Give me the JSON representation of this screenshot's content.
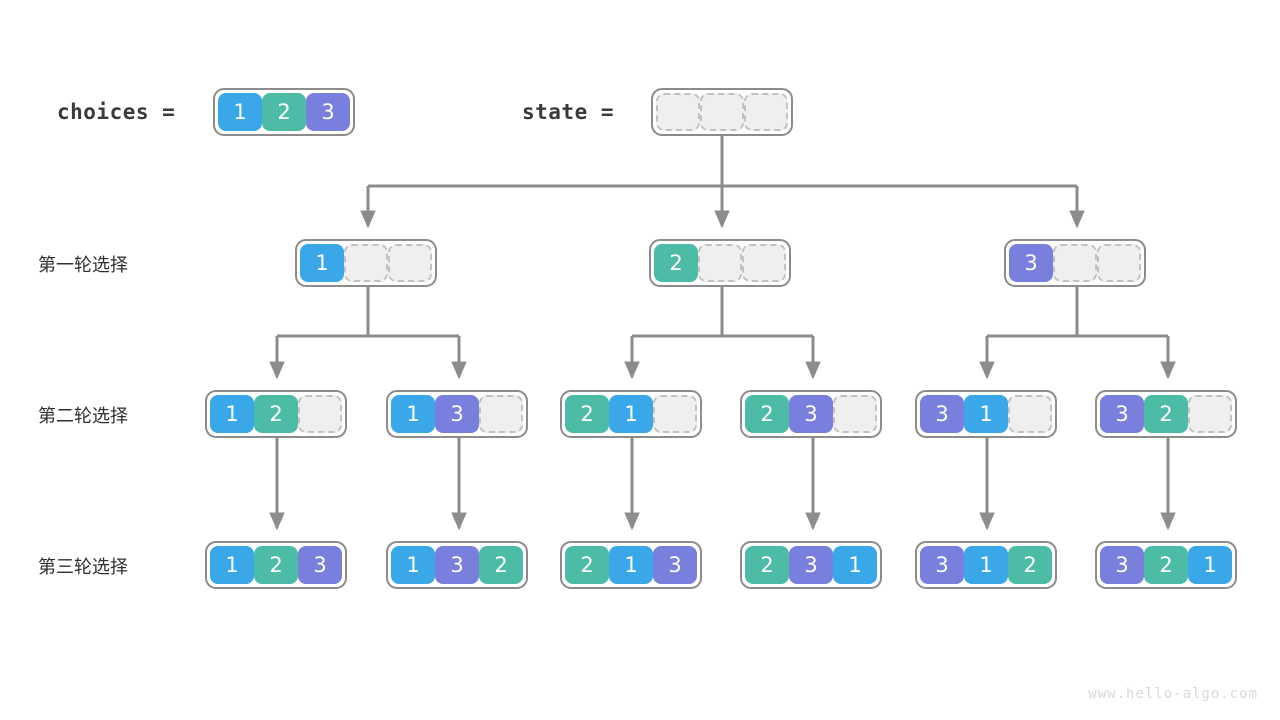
{
  "header": {
    "choices_label": "choices =",
    "state_label": "state =",
    "choices_values": [
      1,
      2,
      3
    ],
    "state_values": [
      null,
      null,
      null
    ]
  },
  "row_labels": [
    "第一轮选择",
    "第二轮选择",
    "第三轮选择"
  ],
  "colors": {
    "value_1": "#3aa7e8",
    "value_2": "#4dbca6",
    "value_3": "#787fdd",
    "empty_fill": "#efefef",
    "empty_border": "#c2c2c2",
    "node_border": "#8c8c8c",
    "edge": "#8c8c8c",
    "background": "#ffffff",
    "text": "#2f2f2f",
    "watermark": "#d8d8d8"
  },
  "tree": {
    "root": [
      null,
      null,
      null
    ],
    "level_1": [
      [
        1,
        null,
        null
      ],
      [
        2,
        null,
        null
      ],
      [
        3,
        null,
        null
      ]
    ],
    "level_2": [
      [
        1,
        2,
        null
      ],
      [
        1,
        3,
        null
      ],
      [
        2,
        1,
        null
      ],
      [
        2,
        3,
        null
      ],
      [
        3,
        1,
        null
      ],
      [
        3,
        2,
        null
      ]
    ],
    "level_3": [
      [
        1,
        2,
        3
      ],
      [
        1,
        3,
        2
      ],
      [
        2,
        1,
        3
      ],
      [
        2,
        3,
        1
      ],
      [
        3,
        1,
        2
      ],
      [
        3,
        2,
        1
      ]
    ]
  },
  "watermark": "www.hello-algo.com"
}
